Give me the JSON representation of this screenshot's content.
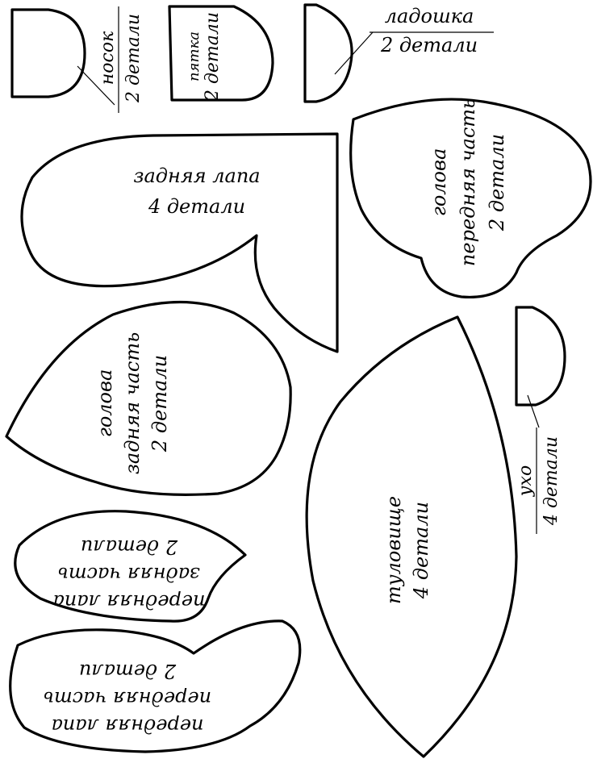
{
  "pieces": {
    "sock": {
      "name": "носок",
      "count": "2 детали"
    },
    "heel": {
      "name": "пятка",
      "count": "2 детали"
    },
    "palm": {
      "name": "ладошка",
      "count": "2 детали"
    },
    "hind_paw": {
      "name": "задняя лапа",
      "count": "4 детали"
    },
    "head_front": {
      "line1": "голова",
      "line2": "передняя часть",
      "count": "2 детали"
    },
    "head_back": {
      "line1": "голова",
      "line2": "задняя часть",
      "count": "2 детали"
    },
    "ear": {
      "name": "ухо",
      "count": "4 детали"
    },
    "body": {
      "name": "туловище",
      "count": "4 детали"
    },
    "front_paw_back": {
      "line1": "передняя лапа",
      "line2": "задняя часть",
      "count": "2 детали"
    },
    "front_paw_front": {
      "line1": "передняя лапа",
      "line2": "передняя часть",
      "count": "2 детали"
    }
  }
}
